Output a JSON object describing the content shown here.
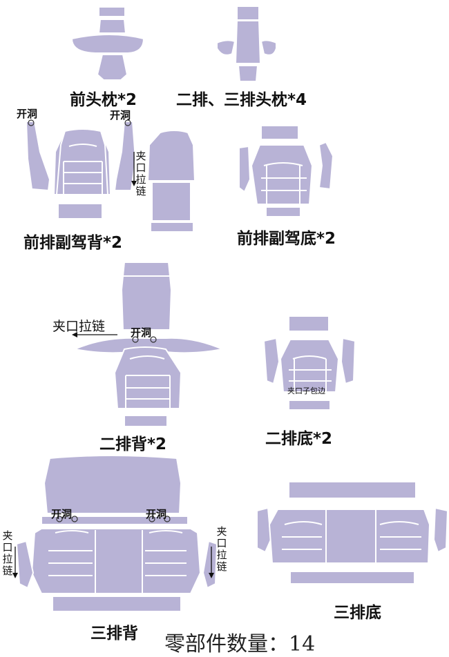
{
  "colors": {
    "piece_fill": "#b8b3d6",
    "seam": "#ffffff",
    "text": "#111111"
  },
  "labels": {
    "front_headrest": "前头枕*2",
    "rear_headrest": "二排、三排头枕*4",
    "front_back": "前排副驾背*2",
    "front_bottom": "前排副驾底*2",
    "row2_back": "二排背*2",
    "row2_bottom": "二排底*2",
    "row3_back": "三排背",
    "row3_bottom": "三排底"
  },
  "notes": {
    "hole": "开洞",
    "zipper": "夹口拉链",
    "zipper_chars": [
      "夹",
      "口",
      "拉",
      "链"
    ],
    "binding": "夹口子包边"
  },
  "footer": {
    "total": "零部件数量：14"
  }
}
